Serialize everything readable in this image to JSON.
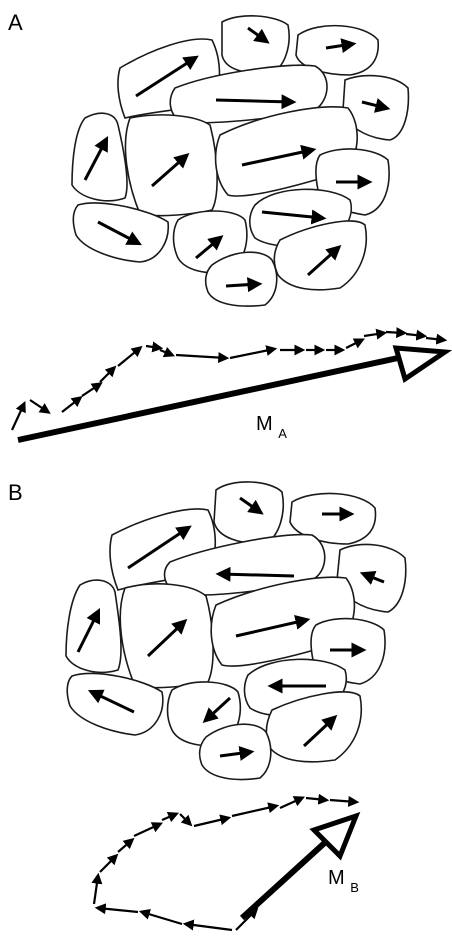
{
  "panels": [
    {
      "id": "A",
      "label": "A",
      "moment_label": "M",
      "moment_subscript": "A"
    },
    {
      "id": "B",
      "label": "B",
      "moment_label": "M",
      "moment_subscript": "B"
    }
  ],
  "colors": {
    "stroke": "#000000",
    "fill": "#ffffff"
  }
}
